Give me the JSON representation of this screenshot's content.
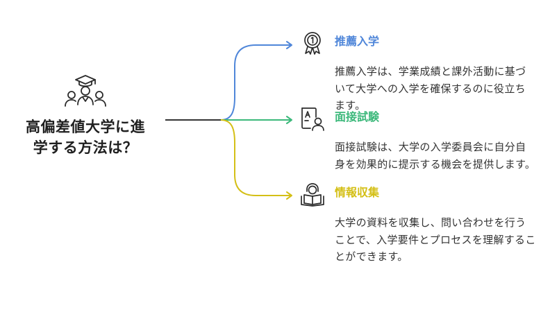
{
  "diagram": {
    "central_topic": "高偏差値大学に進学する方法は？",
    "central_lines": [
      "高偏差値大学に進",
      "学する方法は？"
    ],
    "central_icon": "people-graduation-icon",
    "branches": [
      {
        "title": "推薦入学",
        "description": "推薦入学は、学業成績と課外活動に基づいて大学への入学を確保するのに役立ちます。",
        "color": "#4f86d9",
        "icon": "award-ribbon-icon"
      },
      {
        "title": "面接試験",
        "description": "面接試験は、大学の入学委員会に自分自身を効果的に提示する機会を提供します。",
        "color": "#3bb87a",
        "icon": "interview-card-icon"
      },
      {
        "title": "情報収集",
        "description": "大学の資料を収集し、問い合わせを行うことで、入学要件とプロセスを理解することができます。",
        "color": "#d4bf16",
        "icon": "reading-person-icon"
      }
    ]
  }
}
